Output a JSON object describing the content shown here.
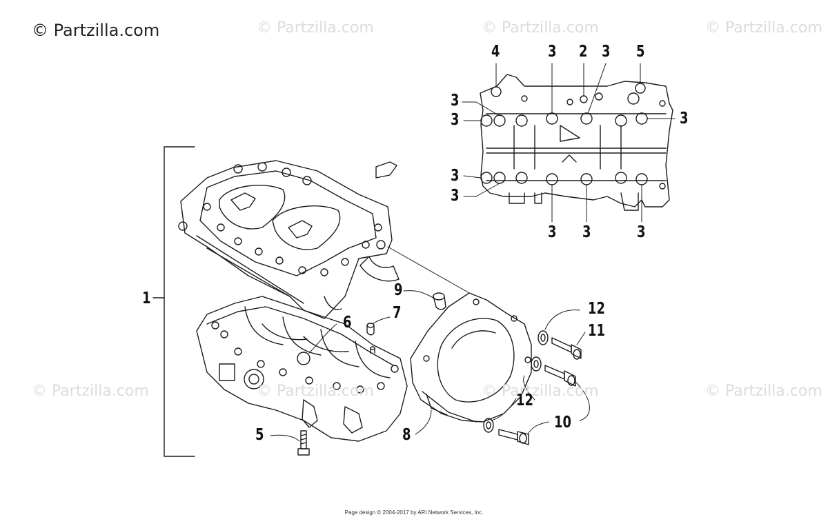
{
  "watermarks": {
    "main": "© Partzilla.com",
    "faint": "© Partzilla.com"
  },
  "callouts": {
    "c1": "1",
    "c2": "2",
    "c3": "3",
    "c4": "4",
    "c5": "5",
    "c6": "6",
    "c7": "7",
    "c8": "8",
    "c9": "9",
    "c10": "10",
    "c11": "11",
    "c12": "12"
  },
  "footer": "Page design © 2004-2017 by ARI Network Services, Inc.",
  "colors": {
    "line": "#1a1a1a",
    "watermark": "#dcdcdc",
    "background": "#ffffff"
  }
}
